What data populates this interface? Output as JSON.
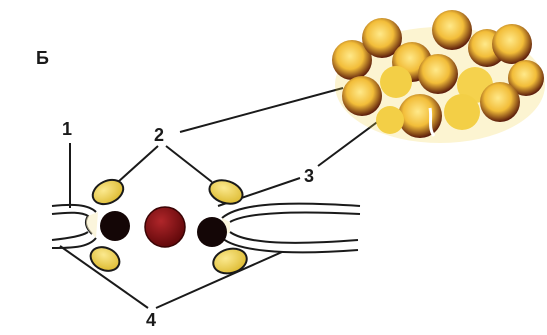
{
  "figure": {
    "panel_letter": "Б",
    "callouts": [
      "1",
      "2",
      "3",
      "4"
    ]
  },
  "colors": {
    "outline": "#1a1a1a",
    "yellow": "#efd34a",
    "yellow_light": "#f6e37a",
    "dark_nucleus": "#140606",
    "red_ball": "#7e0d10",
    "cluster_dark": "#5a1a0a"
  }
}
